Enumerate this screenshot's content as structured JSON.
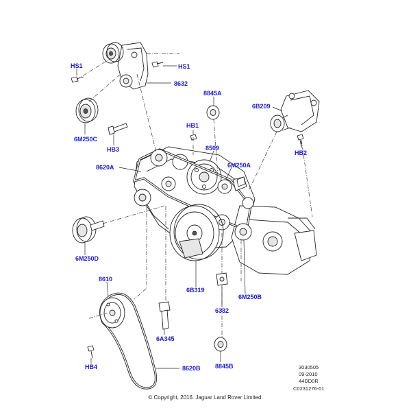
{
  "callouts": {
    "hs1_left": "HS1",
    "hs1_right": "HS1",
    "p8632": "8632",
    "p6m250c": "6M250C",
    "hb3": "HB3",
    "p8845a": "8845A",
    "p6b209": "6B209",
    "hb1": "HB1",
    "p8509": "8509",
    "p6m250a": "6M250A",
    "hb2": "HB2",
    "p8620a": "8620A",
    "p6m250d": "6M250D",
    "p8610": "8610",
    "p6b319": "6B319",
    "p6m250b": "6M250B",
    "p6332": "6332",
    "p6a345": "6A345",
    "hb4": "HB4",
    "p8620b": "8620B",
    "p8845b": "8845B"
  },
  "reference": {
    "line1": "3030505",
    "line2": "09-2010",
    "line3": "44DD0R",
    "line4": "C0231276-01"
  },
  "copyright": "© Copyright, 2016. Jaguar Land Rover Limited."
}
